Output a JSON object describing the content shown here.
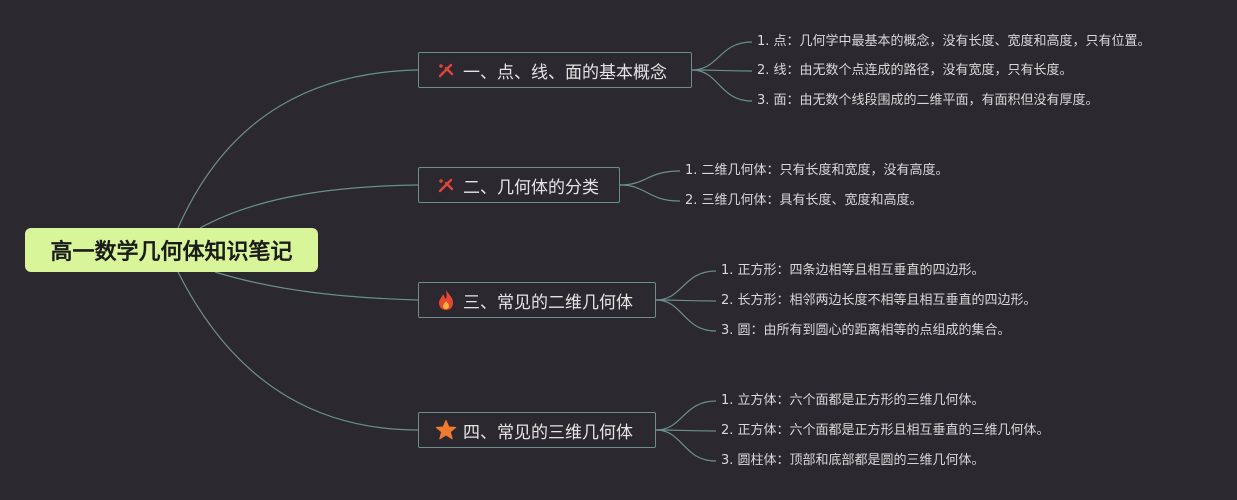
{
  "root": {
    "title": "高一数学几何体知识笔记",
    "color": "#d9f59a"
  },
  "line_color": "#6a8f8c",
  "branches": [
    {
      "icon": "tools-icon",
      "title": "一、点、线、面的基本概念",
      "items": [
        "1. 点：几何学中最基本的概念，没有长度、宽度和高度，只有位置。",
        "2. 线：由无数个点连成的路径，没有宽度，只有长度。",
        "3. 面：由无数个线段围成的二维平面，有面积但没有厚度。"
      ]
    },
    {
      "icon": "tools-icon",
      "title": "二、几何体的分类",
      "items": [
        "1. 二维几何体：只有长度和宽度，没有高度。",
        "2. 三维几何体：具有长度、宽度和高度。"
      ]
    },
    {
      "icon": "fire-icon",
      "title": "三、常见的二维几何体",
      "items": [
        "1. 正方形：四条边相等且相互垂直的四边形。",
        "2. 长方形：相邻两边长度不相等且相互垂直的四边形。",
        "3. 圆：由所有到圆心的距离相等的点组成的集合。"
      ]
    },
    {
      "icon": "star-icon",
      "title": "四、常见的三维几何体",
      "items": [
        "1. 立方体：六个面都是正方形的三维几何体。",
        "2. 正方体：六个面都是正方形且相互垂直的三维几何体。",
        "3. 圆柱体：顶部和底部都是圆的三维几何体。"
      ]
    }
  ]
}
